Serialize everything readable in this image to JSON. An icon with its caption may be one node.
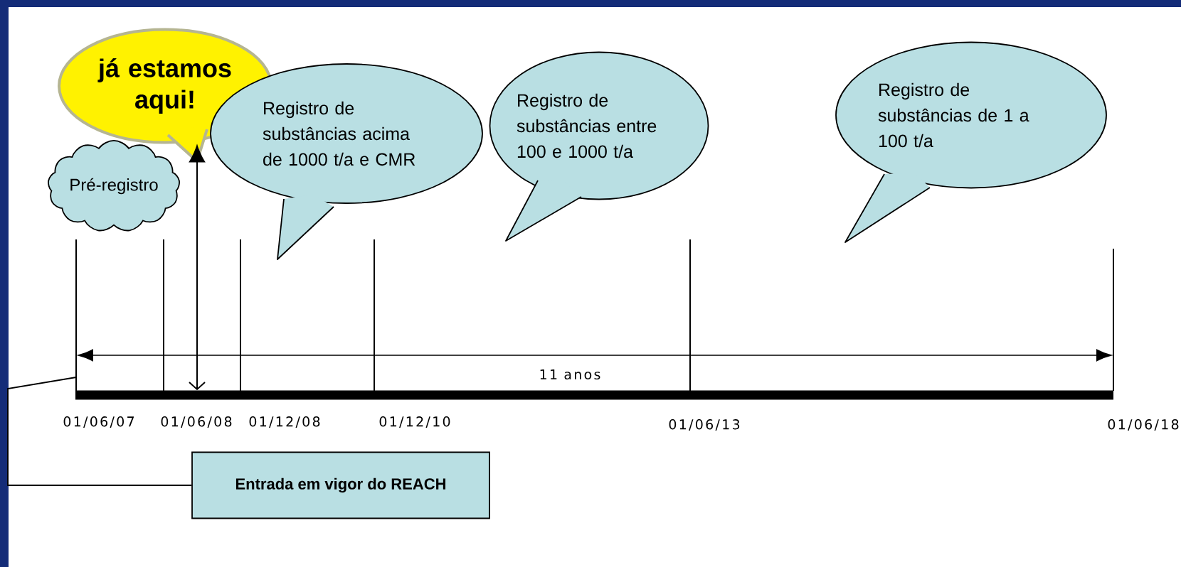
{
  "diagram": {
    "nodes": [
      {
        "text": [
          "já estamos aqui!"
        ]
      },
      {
        "text": [
          "Pré-registro"
        ]
      },
      {
        "text": [
          "Registro de substâncias acima de 1000 t/a e CMR"
        ]
      },
      {
        "text": [
          "Registro de substâncias entre 100 e 1000 t/a"
        ]
      },
      {
        "text": [
          "Registro de substâncias de 1 a 100 t/a"
        ]
      },
      {
        "text": [],
        "shape": "bar"
      },
      {
        "text": [
          "Entrada em vigor do REACH"
        ]
      }
    ],
    "edges": [
      {
        "from": 5,
        "to": 0,
        "arrow": "both"
      },
      {
        "from": 6,
        "to": null,
        "arrow": "none"
      }
    ],
    "labels": [
      "11 anos",
      "01/06/07",
      "01/06/08",
      "01/12/08",
      "01/12/10",
      "01/06/13",
      "01/06/18"
    ]
  }
}
